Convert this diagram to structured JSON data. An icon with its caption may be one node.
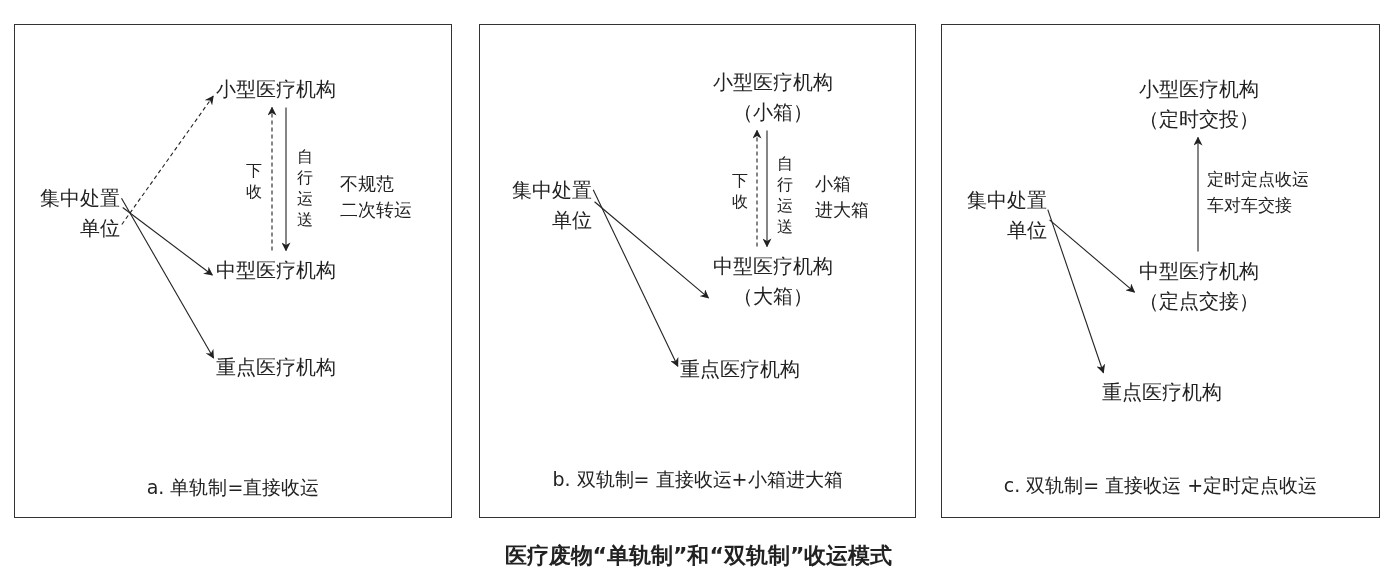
{
  "diagram": {
    "caption": "医疗废物“单轨制”和“双轨制”收运模式",
    "nodes": [
      {
        "text": [
          "a. 单轨制=直接收运"
        ]
      },
      {
        "text": [
          "集中处置单位"
        ],
        "in": 0
      },
      {
        "text": [
          "小型医疗机构"
        ],
        "in": 0
      },
      {
        "text": [
          "中型医疗机构"
        ],
        "in": 0
      },
      {
        "text": [
          "重点医疗机构"
        ],
        "in": 0
      },
      {
        "text": [
          "b. 双轨制= 直接收运+小箱进大箱"
        ]
      },
      {
        "text": [
          "集中处置单位"
        ],
        "in": 5
      },
      {
        "text": [
          "小型医疗机构（小箱）"
        ],
        "in": 5
      },
      {
        "text": [
          "中型医疗机构（大箱）"
        ],
        "in": 5
      },
      {
        "text": [
          "重点医疗机构"
        ],
        "in": 5
      },
      {
        "text": [
          "c. 双轨制= 直接收运 +定时定点收运"
        ]
      },
      {
        "text": [
          "集中处置单位"
        ],
        "in": 10
      },
      {
        "text": [
          "小型医疗机构（定时交投）"
        ],
        "in": 10
      },
      {
        "text": [
          "中型医疗机构（定点交接）"
        ],
        "in": 10
      },
      {
        "text": [
          "重点医疗机构"
        ],
        "in": 10
      }
    ],
    "edges": [
      {
        "from": 1,
        "to": 2,
        "arrow": "to",
        "style": "dashed"
      },
      {
        "from": 1,
        "to": 3,
        "arrow": "to"
      },
      {
        "from": 1,
        "to": 4,
        "arrow": "to"
      },
      {
        "from": 3,
        "to": 2,
        "arrow": "to",
        "style": "dashed",
        "label": "下收"
      },
      {
        "from": 2,
        "to": 3,
        "arrow": "to",
        "label": "自行运送"
      },
      {
        "from": 6,
        "to": 8,
        "arrow": "to"
      },
      {
        "from": 6,
        "to": 9,
        "arrow": "to"
      },
      {
        "from": 8,
        "to": 7,
        "arrow": "to",
        "style": "dashed",
        "label": "下收"
      },
      {
        "from": 7,
        "to": 8,
        "arrow": "to",
        "label": "自行运送"
      },
      {
        "from": 11,
        "to": 13,
        "arrow": "to"
      },
      {
        "from": 11,
        "to": 14,
        "arrow": "to"
      },
      {
        "from": 13,
        "to": 12,
        "arrow": "to",
        "label": "定时定点收运车对车交接"
      }
    ],
    "labels": [
      "不规范二次转运",
      "小箱进大箱"
    ]
  }
}
